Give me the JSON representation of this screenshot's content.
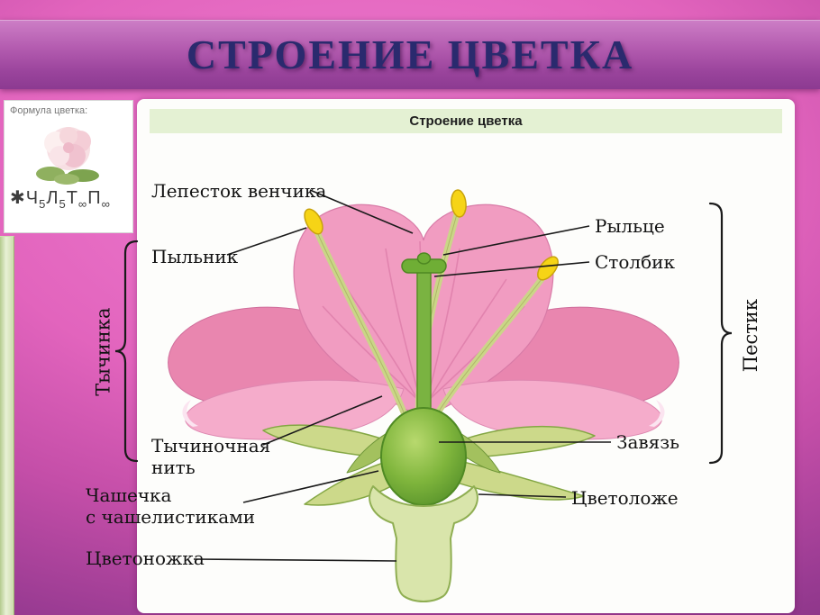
{
  "slide": {
    "title": "СТРОЕНИЕ ЦВЕТКА"
  },
  "formula_box": {
    "label": "Формула цветка:",
    "prefix": "✱",
    "parts": [
      {
        "letter": "Ч",
        "sub": "5"
      },
      {
        "letter": "Л",
        "sub": "5"
      },
      {
        "letter": "Т",
        "sub": "∞"
      },
      {
        "letter": "П",
        "sub": "∞"
      }
    ]
  },
  "diagram": {
    "title": "Строение цветка",
    "labels": {
      "petal": "Лепесток венчика",
      "anther": "Пыльник",
      "stamen": "Тычинка",
      "filament": [
        "Тычиночная",
        "нить"
      ],
      "calyx": [
        "Чашечка",
        "с чашелистиками"
      ],
      "pedicel": "Цветоножка",
      "stigma": "Рыльце",
      "style": "Столбик",
      "ovary": "Завязь",
      "receptacle": "Цветоложе",
      "pistil": "Пестик"
    }
  },
  "colors": {
    "petal_pink": "#f19cc1",
    "leaf_green": "#ccd98a",
    "ovary_green": "#6aa832",
    "anther_yellow": "#f6d416",
    "title_text": "#2a2a6e",
    "background_magenta": "#d85cb8"
  }
}
